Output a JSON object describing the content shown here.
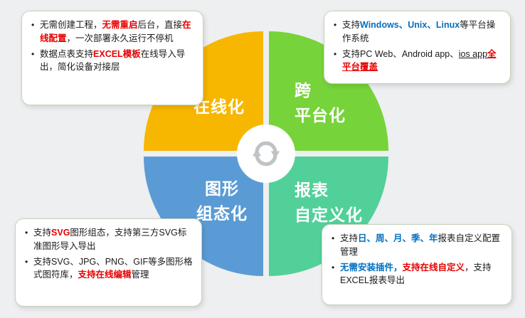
{
  "colors": {
    "page_bg": "#edeff0",
    "text": "#1a1a1a",
    "red": "#e60000",
    "blue": "#0070c0",
    "quad_online": "#f7b600",
    "quad_cross": "#76d339",
    "quad_graphic": "#5b9bd5",
    "quad_report": "#52d099",
    "hub_bg": "#ffffff",
    "sync_icon": "#c0c3c5",
    "box_border": "#c6d2bb",
    "box_bg": "#ffffff"
  },
  "quadrants": {
    "online": {
      "label": "在线化"
    },
    "cross_platform": {
      "line1": "跨",
      "line2": "平台化"
    },
    "graphic": {
      "line1": "图形",
      "line2": "组态化"
    },
    "report": {
      "line1": "报表",
      "line2": "自定义化"
    }
  },
  "callouts": {
    "online": {
      "bullets": [
        {
          "segments": [
            {
              "t": "无需创建工程，"
            },
            {
              "t": "无需重启",
              "c": "red",
              "b": true
            },
            {
              "t": "后台，直接"
            },
            {
              "t": "在线配置",
              "c": "red",
              "b": true
            },
            {
              "t": "，一次部署永久运行不停机"
            }
          ]
        },
        {
          "segments": [
            {
              "t": "数据点表支持"
            },
            {
              "t": "EXCEL模板",
              "c": "red",
              "b": true
            },
            {
              "t": "在线导入导出，简化设备对接层"
            }
          ]
        }
      ]
    },
    "cross_platform": {
      "bullets": [
        {
          "segments": [
            {
              "t": "支持"
            },
            {
              "t": "Windows、Unix、Linux",
              "c": "blue",
              "b": true
            },
            {
              "t": "等平台操作系统"
            }
          ]
        },
        {
          "segments": [
            {
              "t": "支持PC Web、Android app、"
            },
            {
              "t": "ios app",
              "u": true
            },
            {
              "t": "全平台覆盖",
              "c": "red",
              "b": true,
              "u": true
            }
          ]
        }
      ]
    },
    "graphic": {
      "bullets": [
        {
          "segments": [
            {
              "t": "支持"
            },
            {
              "t": "SVG",
              "c": "red",
              "b": true
            },
            {
              "t": "图形组态，支持第三方SVG标准图形导入导出"
            }
          ]
        },
        {
          "segments": [
            {
              "t": "支持SVG、JPG、PNG、GIF等多图形格式图符库，"
            },
            {
              "t": "支持在线编辑",
              "c": "red",
              "b": true
            },
            {
              "t": "管理"
            }
          ]
        }
      ]
    },
    "report": {
      "bullets": [
        {
          "segments": [
            {
              "t": "支持"
            },
            {
              "t": "日、周、月、季、年",
              "c": "blue",
              "b": true
            },
            {
              "t": "报表自定义配置管理"
            }
          ]
        },
        {
          "segments": [
            {
              "t": "无需安装插件，",
              "c": "blue",
              "b": true
            },
            {
              "t": "支持在线自定义",
              "c": "red",
              "b": true
            },
            {
              "t": "，支持EXCEL报表导出"
            }
          ]
        }
      ]
    }
  }
}
